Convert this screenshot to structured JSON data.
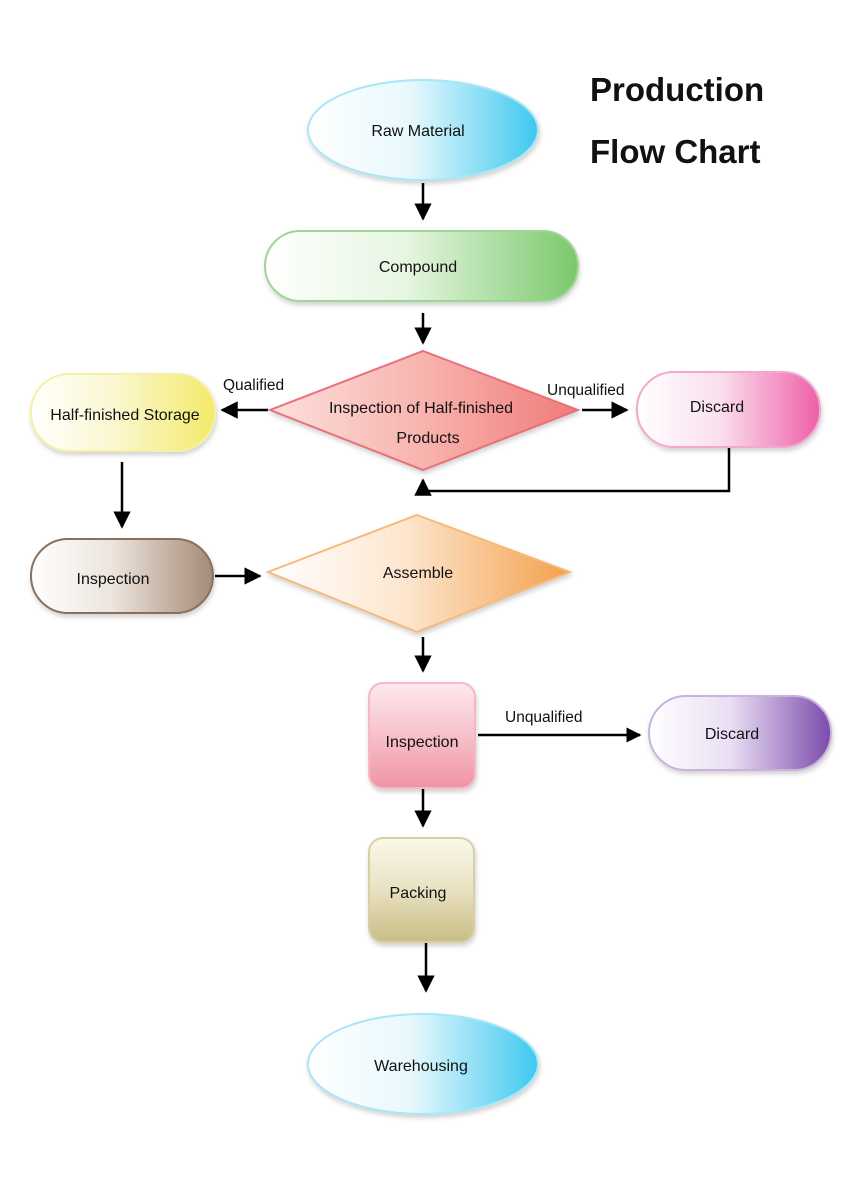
{
  "title": {
    "line1": "Production",
    "line2": "Flow Chart"
  },
  "nodes": {
    "raw_material": "Raw Material",
    "compound": "Compound",
    "inspection_half": {
      "line1": "Inspection of Half-finished",
      "line2": "Products"
    },
    "half_storage": "Half-finished Storage",
    "discard_1": "Discard",
    "inspection_1": "Inspection",
    "assemble": "Assemble",
    "inspection_2": "Inspection",
    "discard_2": "Discard",
    "packing": "Packing",
    "warehousing": "Warehousing"
  },
  "edge_labels": {
    "qualified": "Qualified",
    "unqualified_1": "Unqualified",
    "unqualified_2": "Unqualified"
  },
  "colors": {
    "raw_material": "#3ec8ef",
    "compound": "#7bc86c",
    "inspection_half": "#f07b7b",
    "half_storage": "#f3ea6a",
    "discard_1": "#ee5fa8",
    "inspection_1": "#a58a76",
    "assemble": "#f4a04a",
    "inspection_2": "#f093a4",
    "discard_2": "#7b4bab",
    "packing": "#c9bc84",
    "warehousing": "#3ec8ef",
    "arrow": "#000000"
  }
}
